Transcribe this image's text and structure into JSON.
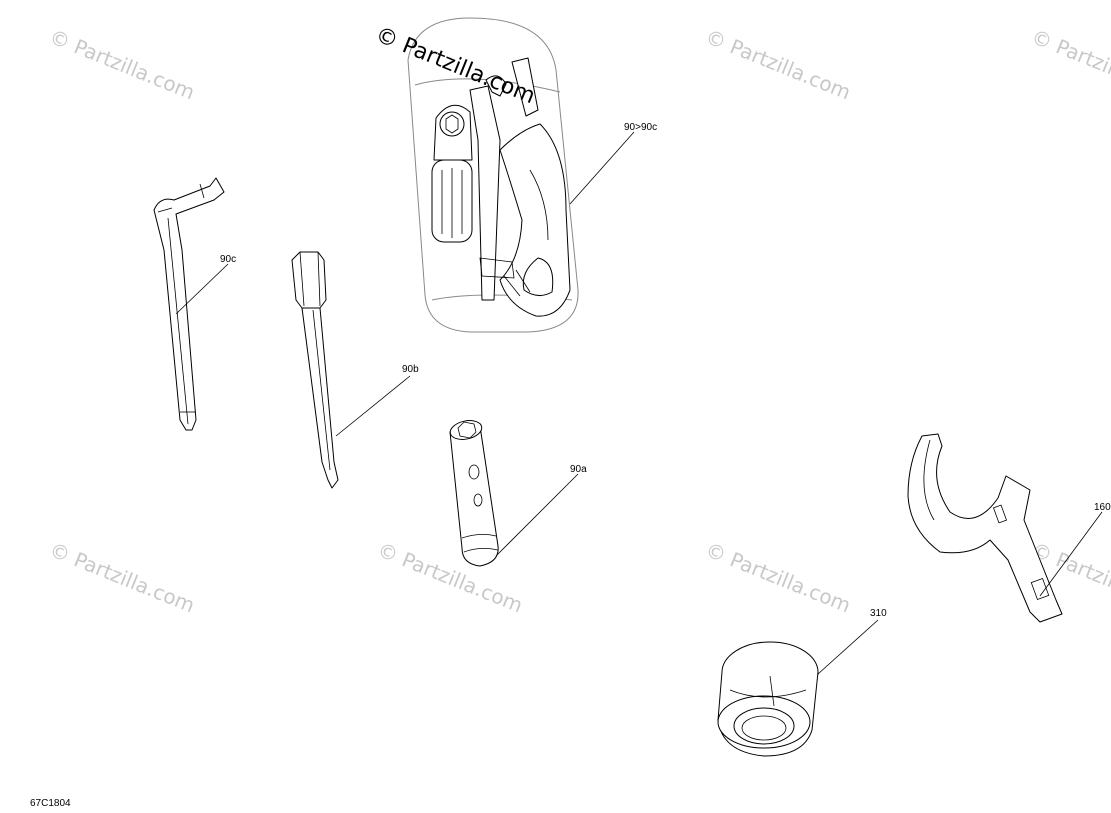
{
  "watermark": {
    "text": "© Partzilla.com",
    "color": "#c8c8c8"
  },
  "callouts": {
    "c_90_90c": "90>90c",
    "c_90c": "90c",
    "c_90b": "90b",
    "c_90a": "90a",
    "c_160": "160",
    "c_310": "310"
  },
  "drawing_number": "67C1804",
  "icons": [
    "tool-kit-case-icon",
    "hex-key-icon",
    "screwdriver-bit-icon",
    "tubular-spark-plug-wrench-icon",
    "spanner-wrench-icon",
    "bushing-icon"
  ]
}
